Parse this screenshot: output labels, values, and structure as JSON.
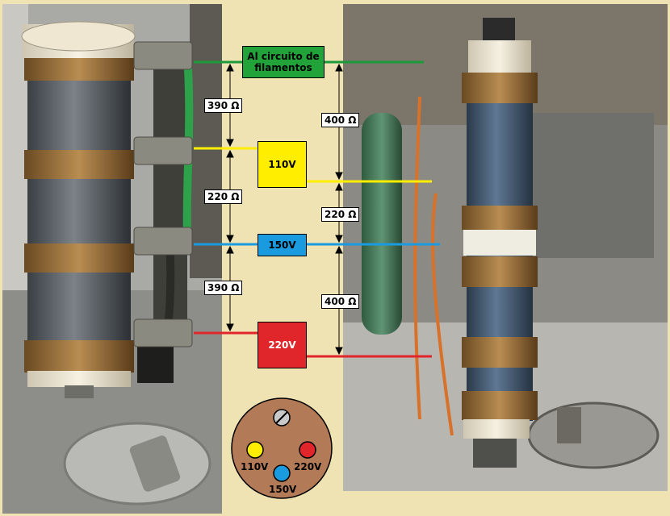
{
  "title_box": {
    "text": "Al circuito de filamentos",
    "color": "#22a33a"
  },
  "resistances": {
    "left_top": "390 Ω",
    "left_middle": "220 Ω",
    "left_bottom": "390 Ω",
    "right_top": "400 Ω",
    "right_middle": "220 Ω",
    "right_bottom": "400 Ω"
  },
  "taps": [
    {
      "label": "110V",
      "color": "#ffee00",
      "text_color": "#000000"
    },
    {
      "label": "150V",
      "color": "#1a9be0",
      "text_color": "#000000"
    },
    {
      "label": "220V",
      "color": "#e0262a",
      "text_color": "#ffffff"
    }
  ],
  "connector": {
    "fill": "#b27a56",
    "pin_110": "110V",
    "pin_150": "150V",
    "pin_220": "220V"
  }
}
